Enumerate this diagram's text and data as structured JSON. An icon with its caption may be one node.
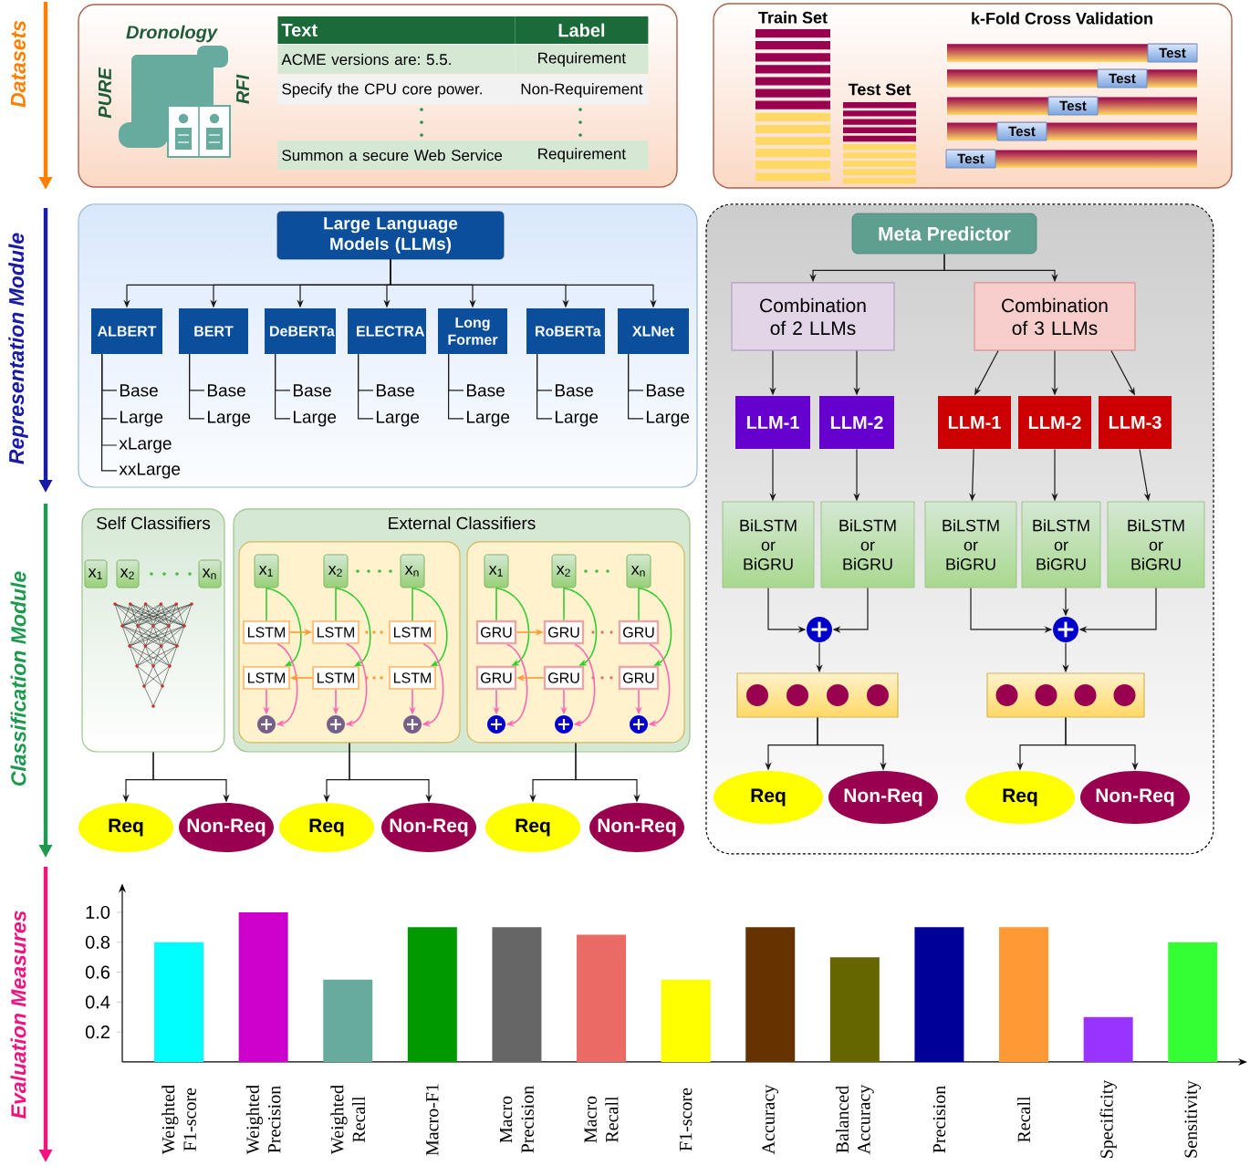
{
  "diagram": {
    "nodes": [
      {
        "text": [],
        "shape": "box"
      },
      {
        "text": [],
        "shape": "box"
      },
      {
        "text": [
          "Test"
        ],
        "in": 1
      },
      {
        "text": [
          "Test"
        ],
        "in": 1
      },
      {
        "text": [
          "Test"
        ],
        "in": 1
      },
      {
        "text": [
          "Test"
        ],
        "in": 1
      },
      {
        "text": [
          "Test"
        ],
        "in": 1
      },
      {
        "text": [],
        "shape": "box"
      },
      {
        "text": [
          "Large Language Models (LLMs)"
        ],
        "in": 7
      },
      {
        "text": [
          "ALBERT"
        ],
        "in": 7
      },
      {
        "text": [
          "BERT"
        ],
        "in": 7
      },
      {
        "text": [
          "DeBERTa"
        ],
        "in": 7
      },
      {
        "text": [
          "ELECTRA"
        ],
        "in": 7
      },
      {
        "text": [
          "Long Former"
        ],
        "in": 7
      },
      {
        "text": [
          "RoBERTa"
        ],
        "in": 7
      },
      {
        "text": [
          "XLNet"
        ],
        "in": 7
      },
      {
        "text": [
          "Base"
        ],
        "in": 7
      },
      {
        "text": [
          "Large"
        ],
        "in": 7
      },
      {
        "text": [
          "xLarge"
        ],
        "in": 7
      },
      {
        "text": [
          "xxLarge"
        ],
        "in": 7
      },
      {
        "text": [
          "Base"
        ],
        "in": 7
      },
      {
        "text": [
          "Large"
        ],
        "in": 7
      },
      {
        "text": [
          "Base"
        ],
        "in": 7
      },
      {
        "text": [
          "Large"
        ],
        "in": 7
      },
      {
        "text": [
          "Base"
        ],
        "in": 7
      },
      {
        "text": [
          "Large"
        ],
        "in": 7
      },
      {
        "text": [
          "Base"
        ],
        "in": 7
      },
      {
        "text": [
          "Large"
        ],
        "in": 7
      },
      {
        "text": [
          "Base"
        ],
        "in": 7
      },
      {
        "text": [
          "Large"
        ],
        "in": 7
      },
      {
        "text": [
          "Base"
        ],
        "in": 7
      },
      {
        "text": [
          "Large"
        ],
        "in": 7
      },
      {
        "text": [],
        "shape": "box"
      },
      {
        "text": [
          "Meta Predictor"
        ],
        "in": 32
      },
      {
        "text": [
          "Combination of 2 LLMs"
        ],
        "in": 32
      },
      {
        "text": [
          "Combination of 3 LLMs"
        ],
        "in": 32
      },
      {
        "text": [
          "LLM-1"
        ],
        "in": 32
      },
      {
        "text": [
          "LLM-2"
        ],
        "in": 32
      },
      {
        "text": [
          "LLM-1"
        ],
        "in": 32
      },
      {
        "text": [
          "LLM-2"
        ],
        "in": 32
      },
      {
        "text": [
          "LLM-3"
        ],
        "in": 32
      },
      {
        "text": [
          "BiLSTM or BiGRU"
        ],
        "in": 32
      },
      {
        "text": [
          "BiLSTM or BiGRU"
        ],
        "in": 32
      },
      {
        "text": [
          "BiLSTM or BiGRU"
        ],
        "in": 32
      },
      {
        "text": [
          "BiLSTM or BiGRU"
        ],
        "in": 32
      },
      {
        "text": [
          "BiLSTM or BiGRU"
        ],
        "in": 32
      },
      {
        "text": [],
        "shape": "circle",
        "in": 32
      },
      {
        "text": [],
        "shape": "circle",
        "in": 32
      },
      {
        "text": [],
        "shape": "box",
        "in": 32
      },
      {
        "text": [],
        "shape": "box",
        "in": 32
      },
      {
        "text": [
          "Req"
        ],
        "in": 32
      },
      {
        "text": [
          "Non-Req"
        ],
        "in": 32
      },
      {
        "text": [
          "Req"
        ],
        "in": 32
      },
      {
        "text": [
          "Non-Req"
        ],
        "in": 32
      },
      {
        "text": [
          "Self Classifiers"
        ]
      },
      {
        "text": [
          "x$_{1}$"
        ],
        "in": 54
      },
      {
        "text": [
          "x$_{2}$"
        ],
        "in": 54
      },
      {
        "text": [
          "x$_{n}$"
        ],
        "in": 54
      },
      {
        "text": [
          "External Classifiers"
        ]
      },
      {
        "text": [],
        "shape": "box",
        "in": 58
      },
      {
        "text": [
          "x$_{1}$"
        ],
        "in": 59
      },
      {
        "text": [
          "x$_{2}$"
        ],
        "in": 59
      },
      {
        "text": [
          "x$_{n}$"
        ],
        "in": 59
      },
      {
        "text": [
          "LSTM"
        ],
        "in": 59
      },
      {
        "text": [
          "LSTM"
        ],
        "in": 59
      },
      {
        "text": [
          "LSTM"
        ],
        "in": 59
      },
      {
        "text": [
          "LSTM"
        ],
        "in": 59
      },
      {
        "text": [
          "LSTM"
        ],
        "in": 59
      },
      {
        "text": [
          "LSTM"
        ],
        "in": 59
      },
      {
        "text": [],
        "shape": "circle",
        "in": 59
      },
      {
        "text": [],
        "shape": "circle",
        "in": 59
      },
      {
        "text": [],
        "shape": "circle",
        "in": 59
      },
      {
        "text": [],
        "shape": "box",
        "in": 58
      },
      {
        "text": [
          "x$_{1}$"
        ],
        "in": 72
      },
      {
        "text": [
          "x$_{2}$"
        ],
        "in": 72
      },
      {
        "text": [
          "x$_{n}$"
        ],
        "in": 72
      },
      {
        "text": [
          "GRU"
        ],
        "in": 72
      },
      {
        "text": [
          "GRU"
        ],
        "in": 72
      },
      {
        "text": [
          "GRU"
        ],
        "in": 72
      },
      {
        "text": [
          "GRU"
        ],
        "in": 72
      },
      {
        "text": [
          "GRU"
        ],
        "in": 72
      },
      {
        "text": [
          "GRU"
        ],
        "in": 72
      },
      {
        "text": [],
        "shape": "circle",
        "in": 72
      },
      {
        "text": [],
        "shape": "circle",
        "in": 72
      },
      {
        "text": [],
        "shape": "circle",
        "in": 72
      },
      {
        "text": [
          "Req"
        ]
      },
      {
        "text": [
          "Non-Req"
        ]
      },
      {
        "text": [
          "Req"
        ]
      },
      {
        "text": [
          "Non-Req"
        ]
      },
      {
        "text": [
          "Req"
        ]
      },
      {
        "text": [
          "Non-Req"
        ]
      }
    ],
    "edges": [
      {
        "from": 8,
        "to": 9,
        "arrow": "to"
      },
      {
        "from": 8,
        "to": 10,
        "arrow": "to"
      },
      {
        "from": 8,
        "to": 11,
        "arrow": "to"
      },
      {
        "from": 8,
        "to": 12,
        "arrow": "to"
      },
      {
        "from": 8,
        "to": 13,
        "arrow": "to"
      },
      {
        "from": 8,
        "to": 14,
        "arrow": "to"
      },
      {
        "from": 8,
        "to": 15,
        "arrow": "to"
      },
      {
        "from": 9,
        "to": 16,
        "arrow": "none"
      },
      {
        "from": 9,
        "to": 17,
        "arrow": "none"
      },
      {
        "from": 9,
        "to": 18,
        "arrow": "none"
      },
      {
        "from": 9,
        "to": 19,
        "arrow": "none"
      },
      {
        "from": 10,
        "to": 20,
        "arrow": "none"
      },
      {
        "from": 10,
        "to": 21,
        "arrow": "none"
      },
      {
        "from": 11,
        "to": 22,
        "arrow": "none"
      },
      {
        "from": 11,
        "to": 23,
        "arrow": "none"
      },
      {
        "from": 12,
        "to": 24,
        "arrow": "none"
      },
      {
        "from": 12,
        "to": 25,
        "arrow": "none"
      },
      {
        "from": 13,
        "to": 26,
        "arrow": "none"
      },
      {
        "from": 13,
        "to": 27,
        "arrow": "none"
      },
      {
        "from": 14,
        "to": 28,
        "arrow": "none"
      },
      {
        "from": 14,
        "to": 29,
        "arrow": "none"
      },
      {
        "from": 15,
        "to": 30,
        "arrow": "none"
      },
      {
        "from": 15,
        "to": 31,
        "arrow": "none"
      },
      {
        "from": 33,
        "to": 34,
        "arrow": "to"
      },
      {
        "from": 33,
        "to": 35,
        "arrow": "to"
      },
      {
        "from": 34,
        "to": 36,
        "arrow": "to"
      },
      {
        "from": 34,
        "to": 37,
        "arrow": "to"
      },
      {
        "from": 35,
        "to": 38,
        "arrow": "to"
      },
      {
        "from": 35,
        "to": 39,
        "arrow": "to"
      },
      {
        "from": 35,
        "to": 40,
        "arrow": "to"
      },
      {
        "from": 36,
        "to": 41,
        "arrow": "to"
      },
      {
        "from": 37,
        "to": 42,
        "arrow": "to"
      },
      {
        "from": 38,
        "to": 43,
        "arrow": "to"
      },
      {
        "from": 39,
        "to": 44,
        "arrow": "to"
      },
      {
        "from": 40,
        "to": 45,
        "arrow": "to"
      },
      {
        "from": 41,
        "to": 46,
        "arrow": "to"
      },
      {
        "from": 42,
        "to": 46,
        "arrow": "to"
      },
      {
        "from": 43,
        "to": 47,
        "arrow": "to"
      },
      {
        "from": 44,
        "to": 47,
        "arrow": "to"
      },
      {
        "from": 45,
        "to": 47,
        "arrow": "to"
      },
      {
        "from": 46,
        "to": 48,
        "arrow": "to"
      },
      {
        "from": 47,
        "to": 49,
        "arrow": "to"
      },
      {
        "from": 48,
        "to": 50,
        "arrow": "to"
      },
      {
        "from": 48,
        "to": 51,
        "arrow": "to"
      },
      {
        "from": 49,
        "to": 52,
        "arrow": "to"
      },
      {
        "from": 49,
        "to": 53,
        "arrow": "to"
      },
      {
        "from": 60,
        "to": 63,
        "arrow": "none",
        "color": "#33cc33"
      },
      {
        "from": 60,
        "to": 66,
        "arrow": "to",
        "color": "#33cc33"
      },
      {
        "from": 63,
        "to": 69,
        "arrow": "to",
        "color": "#ff66b3"
      },
      {
        "from": 66,
        "to": 69,
        "arrow": "to",
        "color": "#ff66b3"
      },
      {
        "from": 61,
        "to": 64,
        "arrow": "none",
        "color": "#33cc33"
      },
      {
        "from": 61,
        "to": 67,
        "arrow": "to",
        "color": "#33cc33"
      },
      {
        "from": 64,
        "to": 70,
        "arrow": "to",
        "color": "#ff66b3"
      },
      {
        "from": 67,
        "to": 70,
        "arrow": "to",
        "color": "#ff66b3"
      },
      {
        "from": 62,
        "to": 65,
        "arrow": "none",
        "color": "#33cc33"
      },
      {
        "from": 62,
        "to": 68,
        "arrow": "to",
        "color": "#33cc33"
      },
      {
        "from": 65,
        "to": 71,
        "arrow": "to",
        "color": "#ff66b3"
      },
      {
        "from": 68,
        "to": 71,
        "arrow": "to",
        "color": "#ff66b3"
      },
      {
        "from": 63,
        "to": 64,
        "arrow": "to",
        "color": "#ff9933"
      },
      {
        "from": 67,
        "to": 66,
        "arrow": "to",
        "color": "#ff9933"
      },
      {
        "from": 73,
        "to": 76,
        "arrow": "none",
        "color": "#33cc33"
      },
      {
        "from": 73,
        "to": 79,
        "arrow": "to",
        "color": "#33cc33"
      },
      {
        "from": 76,
        "to": 82,
        "arrow": "to",
        "color": "#ff66b3"
      },
      {
        "from": 79,
        "to": 82,
        "arrow": "to",
        "color": "#ff66b3"
      },
      {
        "from": 74,
        "to": 77,
        "arrow": "none",
        "color": "#33cc33"
      },
      {
        "from": 74,
        "to": 80,
        "arrow": "to",
        "color": "#33cc33"
      },
      {
        "from": 77,
        "to": 83,
        "arrow": "to",
        "color": "#ff66b3"
      },
      {
        "from": 80,
        "to": 83,
        "arrow": "to",
        "color": "#ff66b3"
      },
      {
        "from": 75,
        "to": 78,
        "arrow": "none",
        "color": "#33cc33"
      },
      {
        "from": 75,
        "to": 81,
        "arrow": "to",
        "color": "#33cc33"
      },
      {
        "from": 78,
        "to": 84,
        "arrow": "to",
        "color": "#ff66b3"
      },
      {
        "from": 81,
        "to": 84,
        "arrow": "to",
        "color": "#ff66b3"
      },
      {
        "from": 76,
        "to": 77,
        "arrow": "to",
        "color": "#ff9933"
      },
      {
        "from": 80,
        "to": 79,
        "arrow": "to",
        "color": "#ff9933"
      },
      {
        "from": 54,
        "to": 85,
        "arrow": "to"
      },
      {
        "from": 54,
        "to": 86,
        "arrow": "to"
      },
      {
        "from": 59,
        "to": 87,
        "arrow": "to"
      },
      {
        "from": 59,
        "to": 88,
        "arrow": "to"
      },
      {
        "from": 72,
        "to": 89,
        "arrow": "to"
      },
      {
        "from": 72,
        "to": 90,
        "arrow": "to"
      }
    ],
    "labels": [
      "Datasets",
      "Representation Module",
      "Classification Module",
      "Evaluation Measures",
      "Dronology",
      "PURE",
      "RFI",
      "Text",
      "Label",
      "ACME versions are: 5.5.",
      "Requirement",
      "Specify the CPU core power.",
      "Non-Requirement",
      "Summon a secure Web Service",
      "Requirement",
      "Train Set",
      "Test Set",
      "k-Fold Cross Validation"
    ],
    "chart_data": {
      "type": "bar",
      "categories": [
        "Weighted F1-score",
        "Weighted Precision",
        "Weighted Recall",
        "Macro-F1",
        "Macro Precision",
        "Macro Recall",
        "F1-score",
        "Accuracy",
        "Balanced Accuracy",
        "Precision",
        "Recall",
        "Specificity",
        "Sensitivity"
      ],
      "series": [
        {
          "color": "#00ffff",
          "values": [
            0.8,
            null,
            null,
            null,
            null,
            null,
            null,
            null,
            null,
            null,
            null,
            null,
            null
          ]
        },
        {
          "color": "#cc00cc",
          "values": [
            null,
            1.0,
            null,
            null,
            null,
            null,
            null,
            null,
            null,
            null,
            null,
            null,
            null
          ]
        },
        {
          "color": "#67ab9f",
          "values": [
            null,
            null,
            0.55,
            null,
            null,
            null,
            null,
            null,
            null,
            null,
            null,
            null,
            null
          ]
        },
        {
          "color": "#009900",
          "values": [
            null,
            null,
            null,
            0.9,
            null,
            null,
            null,
            null,
            null,
            null,
            null,
            null,
            null
          ]
        },
        {
          "color": "#666666",
          "values": [
            null,
            null,
            null,
            null,
            0.9,
            null,
            null,
            null,
            null,
            null,
            null,
            null,
            null
          ]
        },
        {
          "color": "#ea6b66",
          "values": [
            null,
            null,
            null,
            null,
            null,
            0.85,
            null,
            null,
            null,
            null,
            null,
            null,
            null
          ]
        },
        {
          "color": "#ffff00",
          "values": [
            null,
            null,
            null,
            null,
            null,
            null,
            0.55,
            null,
            null,
            null,
            null,
            null,
            null
          ]
        },
        {
          "color": "#663300",
          "values": [
            null,
            null,
            null,
            null,
            null,
            null,
            null,
            0.9,
            null,
            null,
            null,
            null,
            null
          ]
        },
        {
          "color": "#666600",
          "values": [
            null,
            null,
            null,
            null,
            null,
            null,
            null,
            null,
            0.7,
            null,
            null,
            null,
            null
          ]
        },
        {
          "color": "#000099",
          "values": [
            null,
            null,
            null,
            null,
            null,
            null,
            null,
            null,
            null,
            0.9,
            null,
            null,
            null
          ]
        },
        {
          "color": "#ff9933",
          "values": [
            null,
            null,
            null,
            null,
            null,
            null,
            null,
            null,
            null,
            null,
            0.9,
            null,
            null
          ]
        },
        {
          "color": "#9933ff",
          "values": [
            null,
            null,
            null,
            null,
            null,
            null,
            null,
            null,
            null,
            null,
            null,
            0.3,
            null
          ]
        },
        {
          "color": "#33ff33",
          "values": [
            null,
            null,
            null,
            null,
            null,
            null,
            null,
            null,
            null,
            null,
            null,
            null,
            0.8
          ]
        }
      ],
      "ylim": [
        0,
        1.15
      ],
      "yticks": [
        0.2,
        0.4,
        0.6,
        0.8,
        {
          "value": 1.0,
          "label": "1.0"
        }
      ]
    }
  }
}
